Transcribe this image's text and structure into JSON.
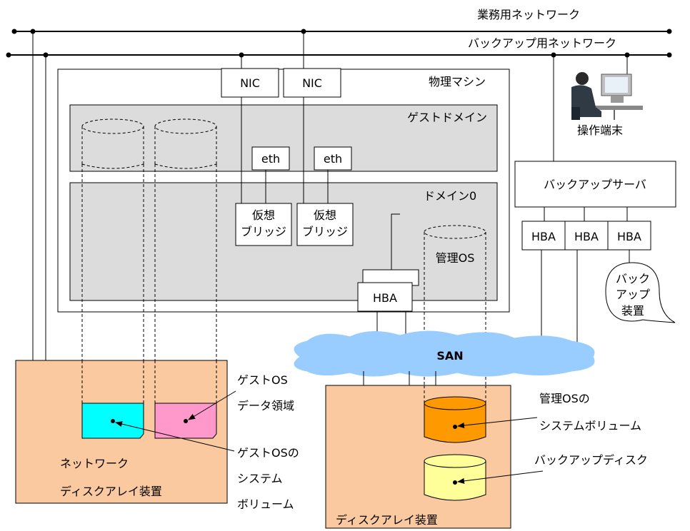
{
  "networks": {
    "business": "業務用ネットワーク",
    "backup": "バックアップ用ネットワーク"
  },
  "physical_machine": {
    "title": "物理マシン",
    "nic1": "NIC",
    "nic2": "NIC",
    "guest_domain": {
      "title": "ゲストドメイン",
      "eth1": "eth",
      "eth2": "eth"
    },
    "domain0": {
      "title": "ドメイン0",
      "bridge1": [
        "仮想",
        "ブリッジ"
      ],
      "bridge2": [
        "仮想",
        "ブリッジ"
      ],
      "mgmt_os": "管理OS",
      "hba": "HBA"
    }
  },
  "operator_terminal": "操作端末",
  "backup_server": {
    "title": "バックアップサーバ",
    "hba": [
      "HBA",
      "HBA",
      "HBA"
    ]
  },
  "backup_device": [
    "バック",
    "アップ",
    "装置"
  ],
  "san": "SAN",
  "network_disk_array": {
    "title": [
      "ネットワーク",
      "ディスクアレイ装置"
    ],
    "guest_data_label": [
      "ゲストOS",
      "データ領域"
    ],
    "guest_sys_label": [
      "ゲストOSの",
      "システム",
      "ボリューム"
    ]
  },
  "disk_array": {
    "title": "ディスクアレイ装置",
    "mgmt_sys_label": [
      "管理OSの",
      "システムボリューム"
    ],
    "backup_disk_label": "バックアップディスク"
  },
  "colors": {
    "orange_box": "#fac9a0",
    "gray_domain": "#dcdcdc",
    "cyan_volume": "#00ffff",
    "pink_volume": "#ff99cc",
    "orange_cylinder": "#ff9900",
    "yellow_cylinder": "#ffff99",
    "san_cloud": "#99ccff"
  }
}
